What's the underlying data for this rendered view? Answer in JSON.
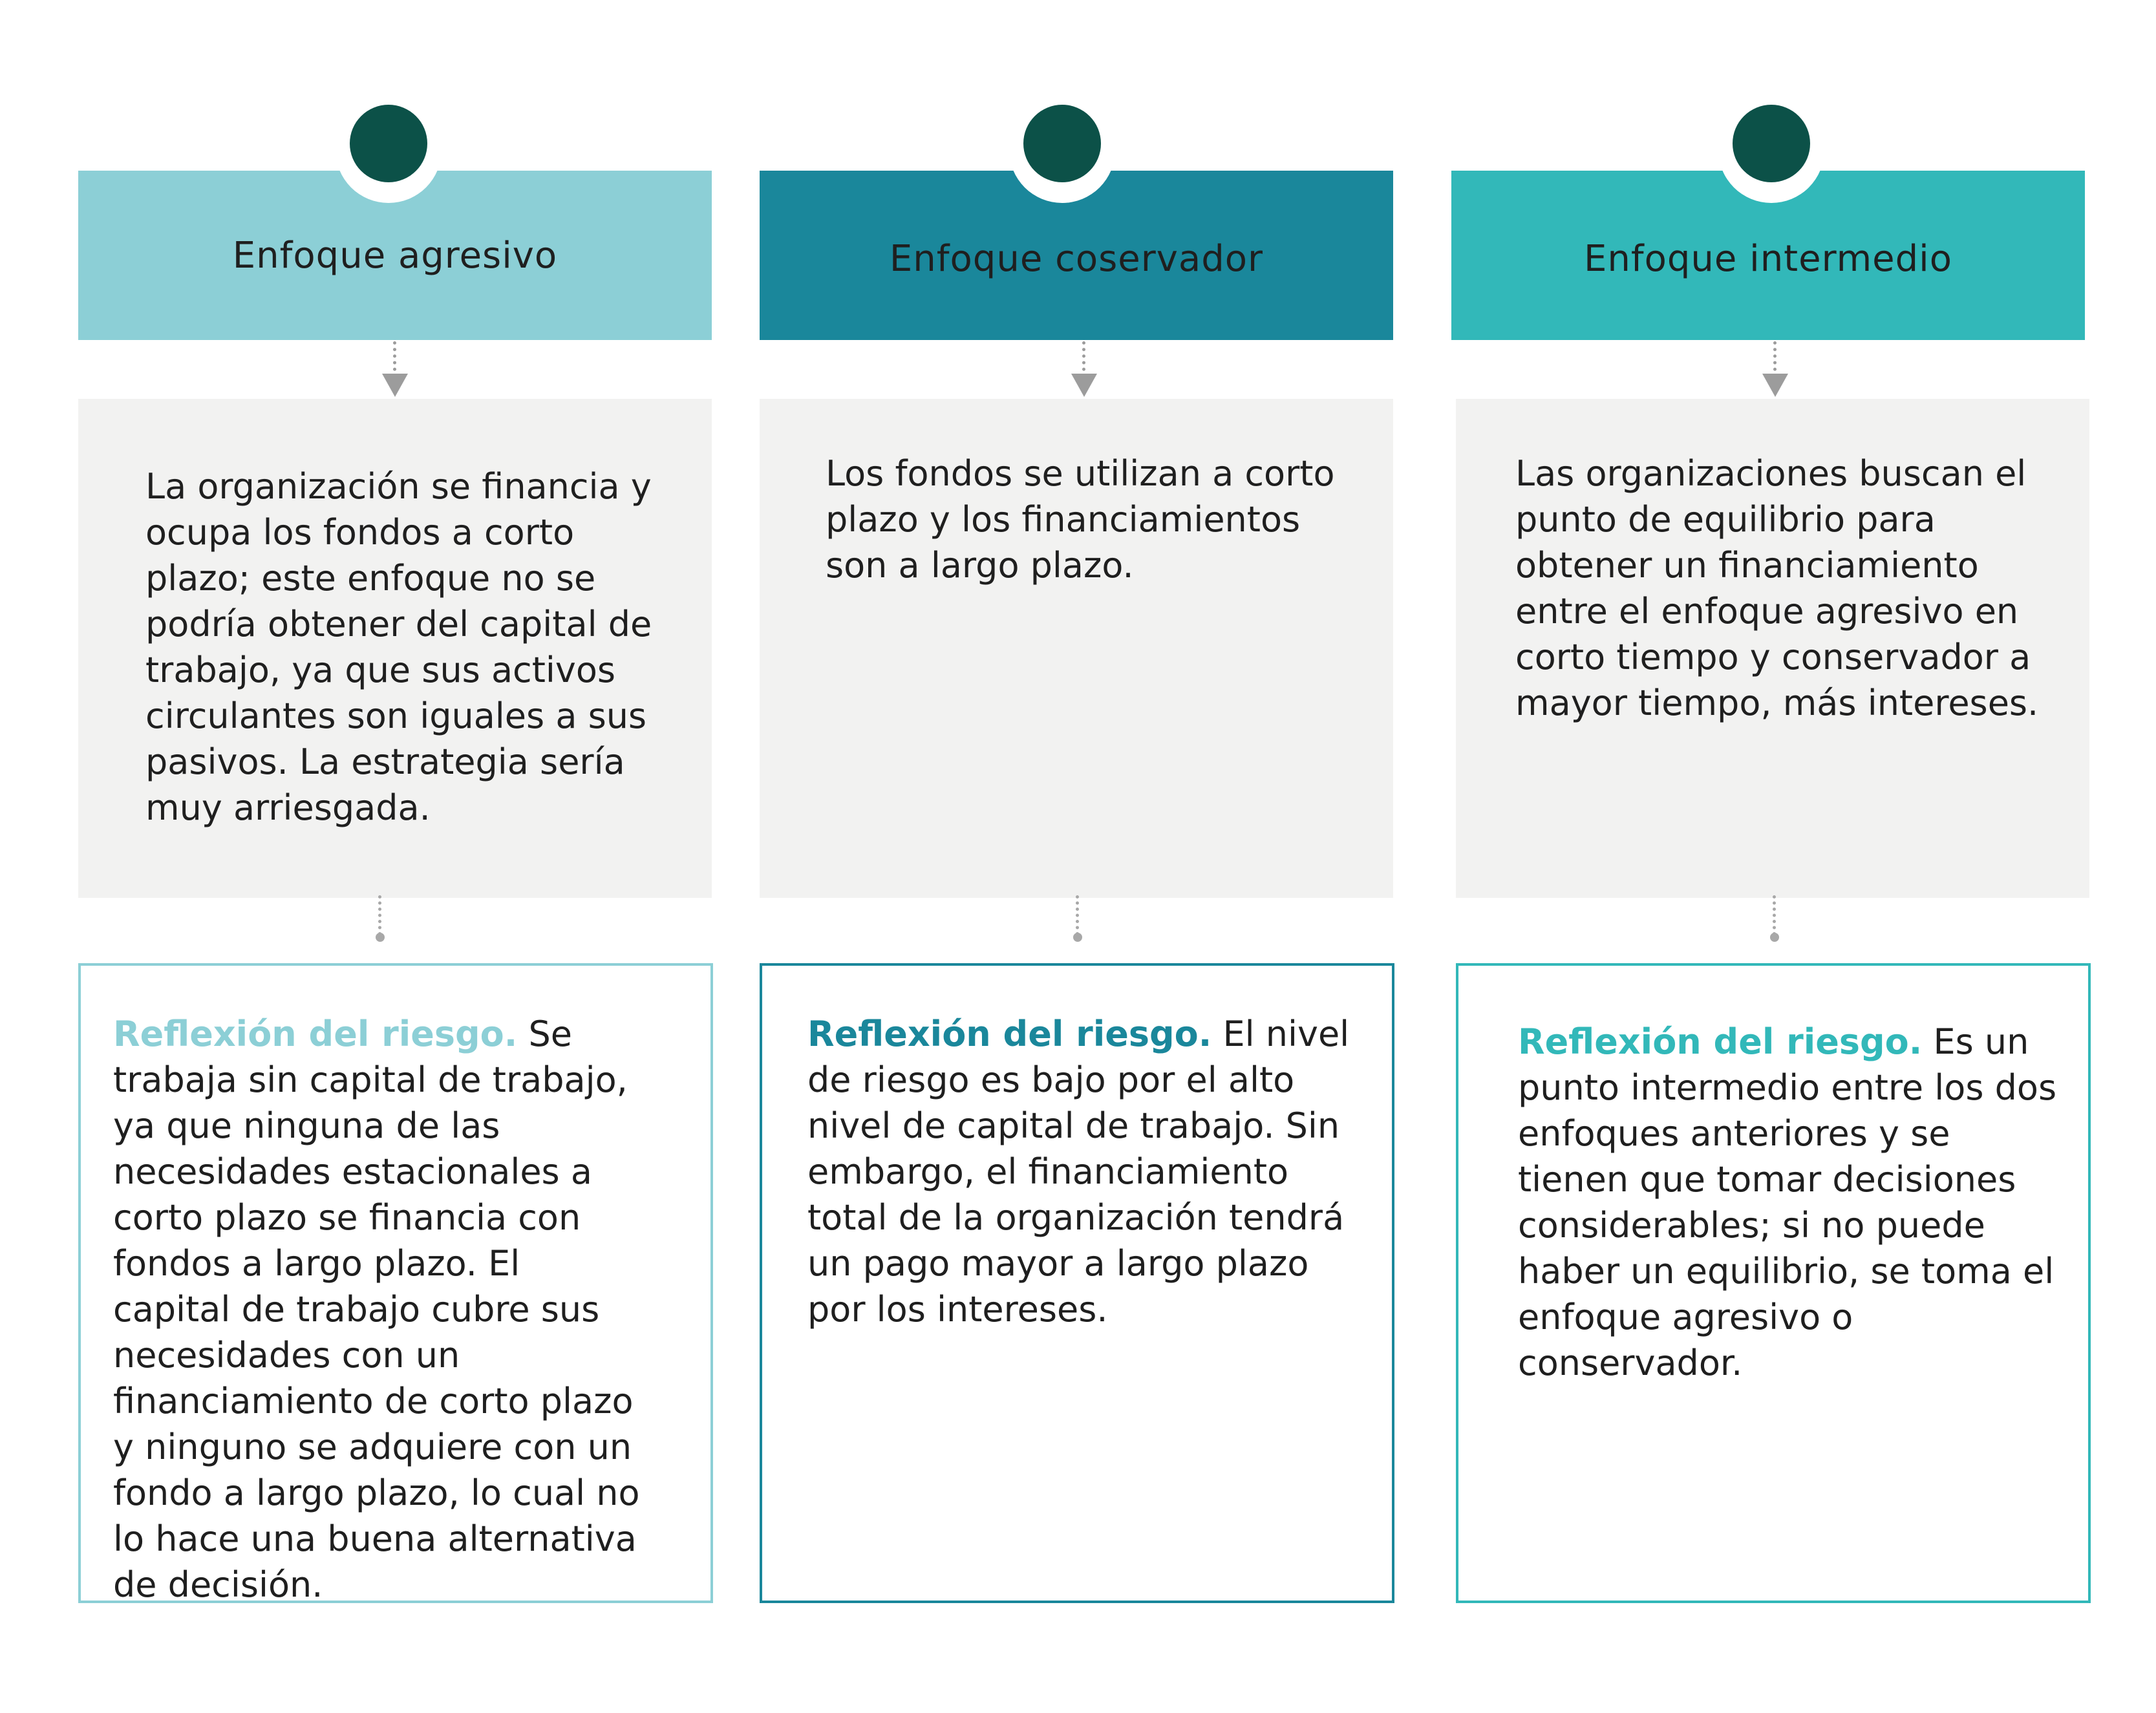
{
  "columns": [
    {
      "title": "Enfoque agresivo",
      "color": "#8ccfd6",
      "description": "La organización se financia y ocupa los fondos a corto plazo; este enfoque no se podría obtener del capital de trabajo, ya que sus activos circulantes son iguales a sus pasivos. La estrategia sería muy arriesgada.",
      "risk_label": "Reflexión del riesgo.",
      "risk_text": " Se trabaja sin capital de trabajo, ya que ninguna de las necesidades estacionales a corto plazo se financia con fondos a largo plazo. El capital de trabajo cubre sus necesidades con un financiamiento de corto plazo y ninguno se adquiere con un fondo a largo plazo, lo cual no lo hace una buena alternativa de decisión."
    },
    {
      "title": "Enfoque coservador",
      "color": "#1a879b",
      "description": "Los fondos se utilizan a corto plazo y los financiamientos son a largo plazo.",
      "risk_label": "Reflexión del riesgo.",
      "risk_text": " El nivel de riesgo es bajo por el alto nivel de capital de trabajo. Sin embargo, el financiamiento total de la organización tendrá un pago mayor a largo plazo por los intereses."
    },
    {
      "title": "Enfoque intermedio",
      "color": "#32b8b9",
      "description": "Las organizaciones buscan el punto de equilibrio para obtener un financiamiento entre el enfoque agresivo en corto tiempo y conservador a mayor tiempo, más intereses.",
      "risk_label": "Reflexión del riesgo.",
      "risk_text": " Es un punto intermedio entre los dos enfoques anteriores y se tienen que tomar decisiones considerables; si no puede haber un equilibrio, se toma el enfoque agresivo o conservador."
    }
  ]
}
